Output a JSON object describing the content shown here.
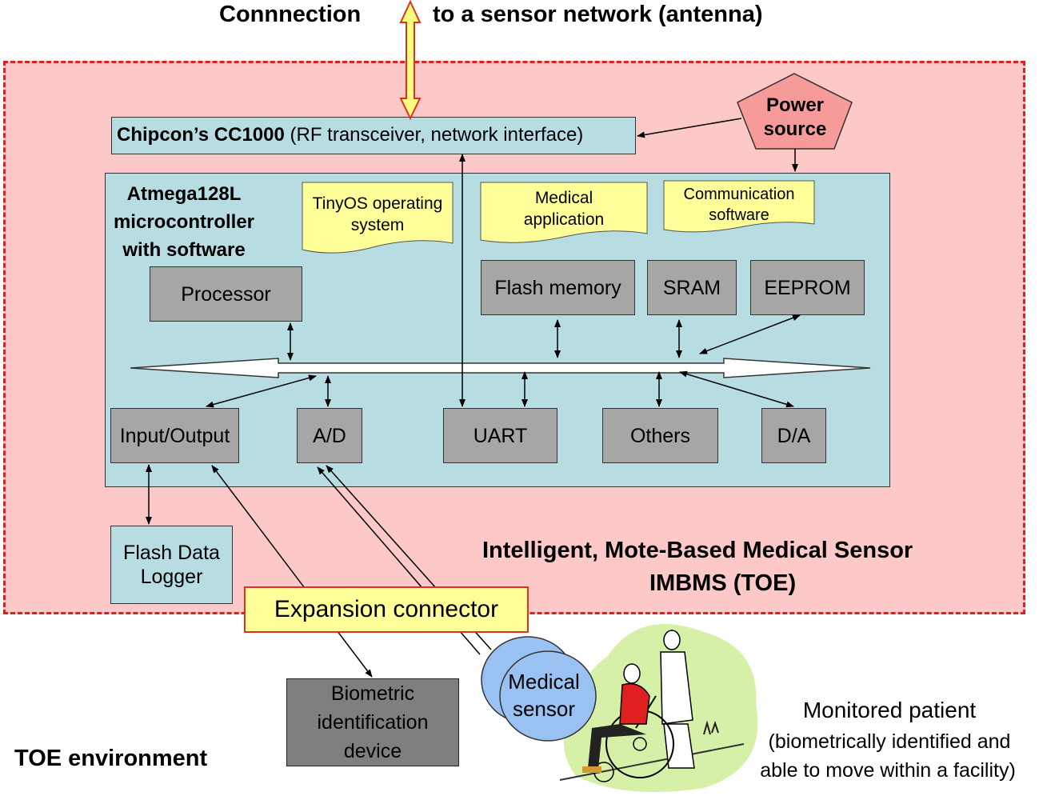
{
  "header": {
    "connection_left": "Connnection",
    "connection_right": "to a sensor network (antenna)"
  },
  "transceiver": {
    "name": "Chipcon’s CC1000",
    "desc": "(RF transceiver, network interface)"
  },
  "power_source": "Power source",
  "microcontroller": {
    "title": "Atmega128L microcontroller with software",
    "notes": {
      "tinyos": "TinyOS operating system",
      "medical_app": "Medical application",
      "comm_software": "Communication software"
    },
    "blocks": {
      "processor": "Processor",
      "flash_memory": "Flash memory",
      "sram": "SRAM",
      "eeprom": "EEPROM",
      "io": "Input/Output",
      "ad": "A/D",
      "uart": "UART",
      "others": "Others",
      "da": "D/A"
    }
  },
  "flash_logger": "Flash Data Logger",
  "expansion_connector": "Expansion connector",
  "toe_label": {
    "line1": "Intelligent, Mote-Based Medical Sensor",
    "line2": "IMBMS (TOE)"
  },
  "biometric_device": "Biometric identification device",
  "medical_sensor": "Medical sensor",
  "patient": {
    "line1": "Monitored patient",
    "line2": "(biometrically identified and",
    "line3": "able to move within a facility)"
  },
  "environment_label": "TOE environment",
  "colors": {
    "toe_fill": "#fcc8c8",
    "toe_border": "#e02020",
    "board_fill": "#b7dde3",
    "note_fill": "#ffff99",
    "block_gray": "#a6a6a6",
    "power_fill": "#f79a9a",
    "sensor_fill": "#99c2f2"
  }
}
